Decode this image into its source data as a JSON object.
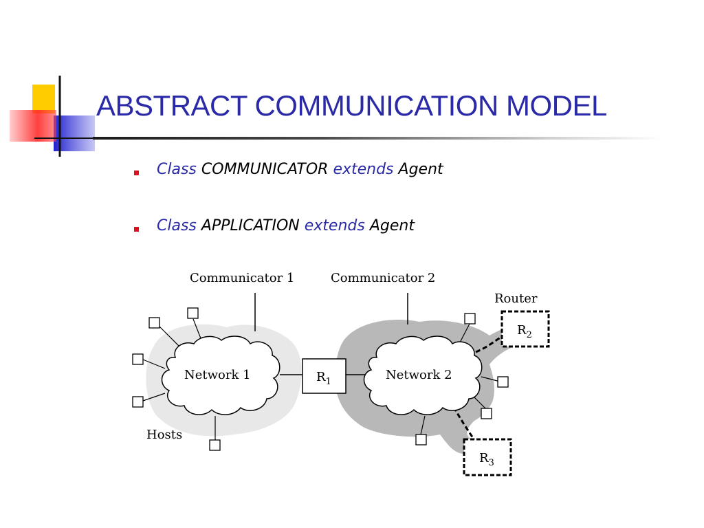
{
  "slide": {
    "title": "ABSTRACT COMMUNICATION MODEL",
    "bullets": [
      {
        "keyword1": "Class",
        "name": "COMMUNICATOR",
        "keyword2": "extends",
        "parent": "Agent"
      },
      {
        "keyword1": "Class",
        "name": "APPLICATION",
        "keyword2": "extends",
        "parent": "Agent"
      }
    ]
  },
  "diagram": {
    "labels": {
      "communicator1": "Communicator 1",
      "communicator2": "Communicator 2",
      "router": "Router",
      "hosts": "Hosts",
      "network1": "Network 1",
      "network2": "Network 2"
    },
    "routers": {
      "r1": {
        "letter": "R",
        "sub": "1"
      },
      "r2": {
        "letter": "R",
        "sub": "2"
      },
      "r3": {
        "letter": "R",
        "sub": "3"
      }
    }
  },
  "colors": {
    "title": "#2a2aa8",
    "bullet_mark": "#e01020",
    "cloud_fill_1": "#e8e8e8",
    "cloud_fill_2": "#b8b8b8"
  }
}
